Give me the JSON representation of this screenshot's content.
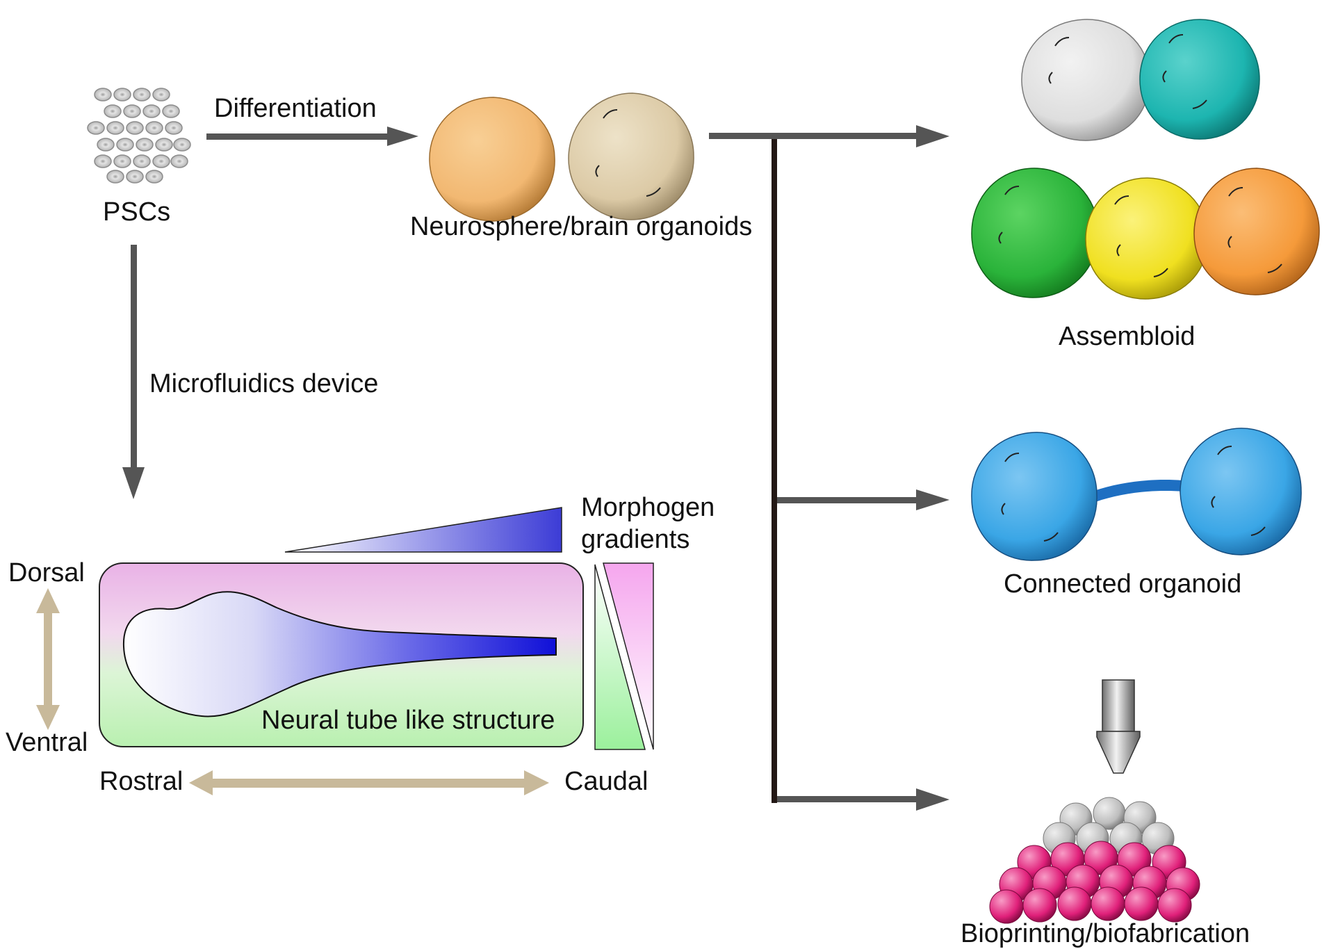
{
  "labels": {
    "pscs": "PSCs",
    "differentiation": "Differentiation",
    "neurosphere": "Neurosphere/brain organoids",
    "microfluidics": "Microfluidics device",
    "morphogen_line1": "Morphogen",
    "morphogen_line2": "gradients",
    "dorsal": "Dorsal",
    "ventral": "Ventral",
    "rostral": "Rostral",
    "caudal": "Caudal",
    "neural_tube": "Neural tube like structure",
    "assembloid": "Assembloid",
    "connected_organoid": "Connected organoid",
    "bioprinting": "Bioprinting/biofabrication"
  },
  "colors": {
    "arrow": "#555555",
    "bracket": "#231815",
    "axis_arrow": "#c8b99a",
    "organoid_orange": "#f2b872",
    "organoid_beige": "#dccaa6",
    "assembloid_grey": "#e0e0e0",
    "assembloid_teal": "#1db5b0",
    "assembloid_green": "#2ab33a",
    "assembloid_yellow": "#f0e020",
    "assembloid_orange": "#f59a3a",
    "connected_blue": "#3aa6e6",
    "dorsal_pink": "#e9b2e6",
    "ventral_green": "#b9f0b0",
    "tube_blue": "#1010d8",
    "bioink_pink": "#e0207a",
    "bioink_grey": "#bdbdbd"
  },
  "icons": [
    "psc-cluster-icon",
    "organoid-sphere-icon",
    "nozzle-icon",
    "bioink-pile-icon",
    "double-arrow-icon"
  ]
}
